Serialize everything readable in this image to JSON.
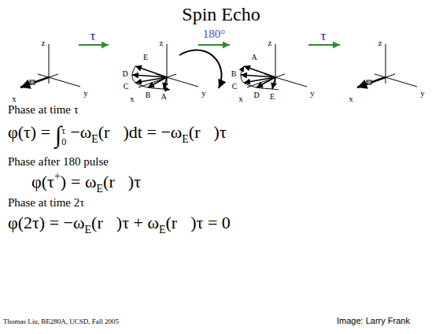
{
  "diagram": {
    "title": "Spin Echo",
    "labels": [
      "τ",
      "180°",
      "τ",
      "z",
      "x",
      "y",
      "z",
      "x",
      "y",
      "E",
      "D",
      "C",
      "B",
      "A",
      "z",
      "x",
      "y",
      "A",
      "B",
      "C",
      "D",
      "E",
      "z",
      "x",
      "y",
      "Phase at time τ",
      "φ(τ) =",
      "∫",
      "τ",
      "0",
      "−ω",
      "E",
      "(r⃗)dt = −ω",
      "E",
      "(r⃗)τ",
      "Phase after 180 pulse",
      "φ(τ",
      "+",
      ")",
      "= ω",
      "E",
      "(r⃗)τ",
      "Phase at time 2τ",
      "φ(2τ) = −ω",
      "E",
      "(r⃗)τ + ω",
      "E",
      "(r⃗)τ = 0",
      "Thomas Liu, BE280A, UCSD, Fall 2005",
      "Image: Larry Frank"
    ]
  }
}
